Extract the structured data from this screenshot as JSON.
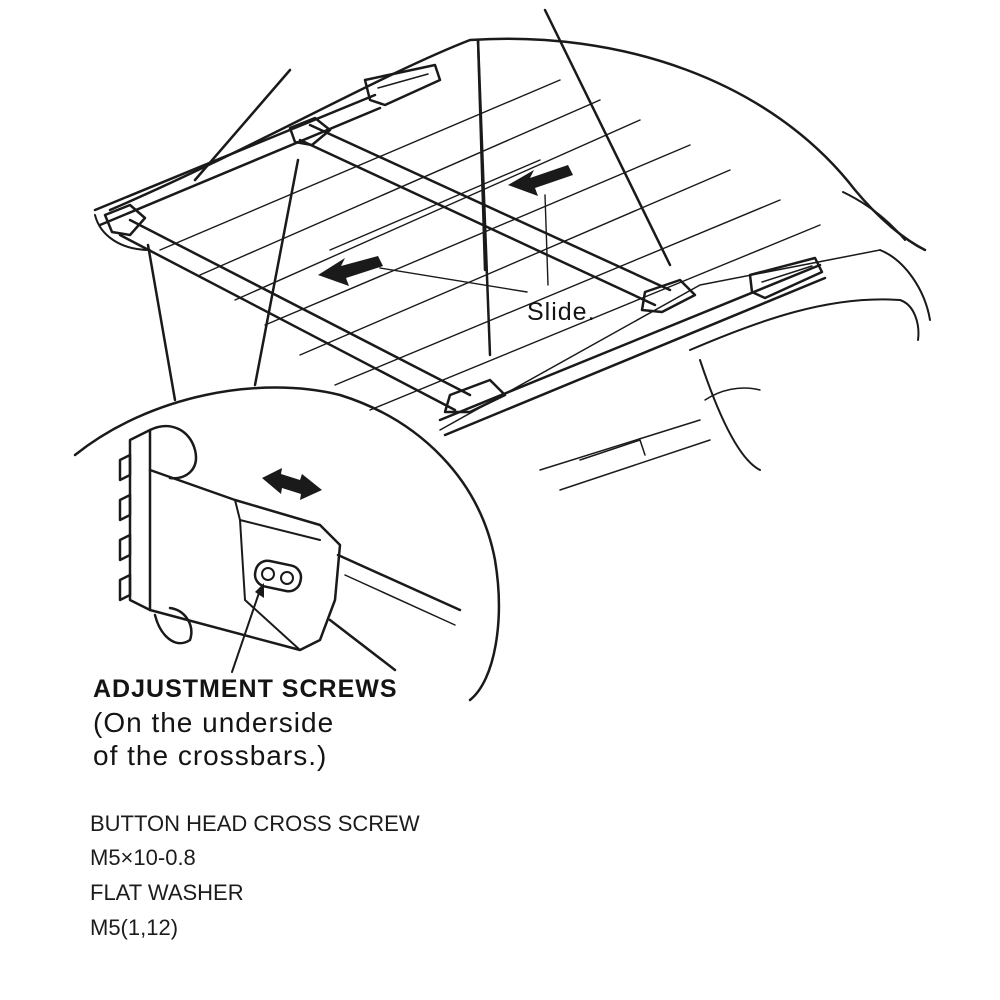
{
  "diagram": {
    "slide_label": "Slide.",
    "adjustment": {
      "title": "ADJUSTMENT SCREWS",
      "subtitle_line1": "(On the underside",
      "subtitle_line2": "of the crossbars.)"
    },
    "specs": [
      "BUTTON HEAD CROSS SCREW",
      "M5×10-0.8",
      "FLAT WASHER",
      "M5(1,12)"
    ]
  }
}
